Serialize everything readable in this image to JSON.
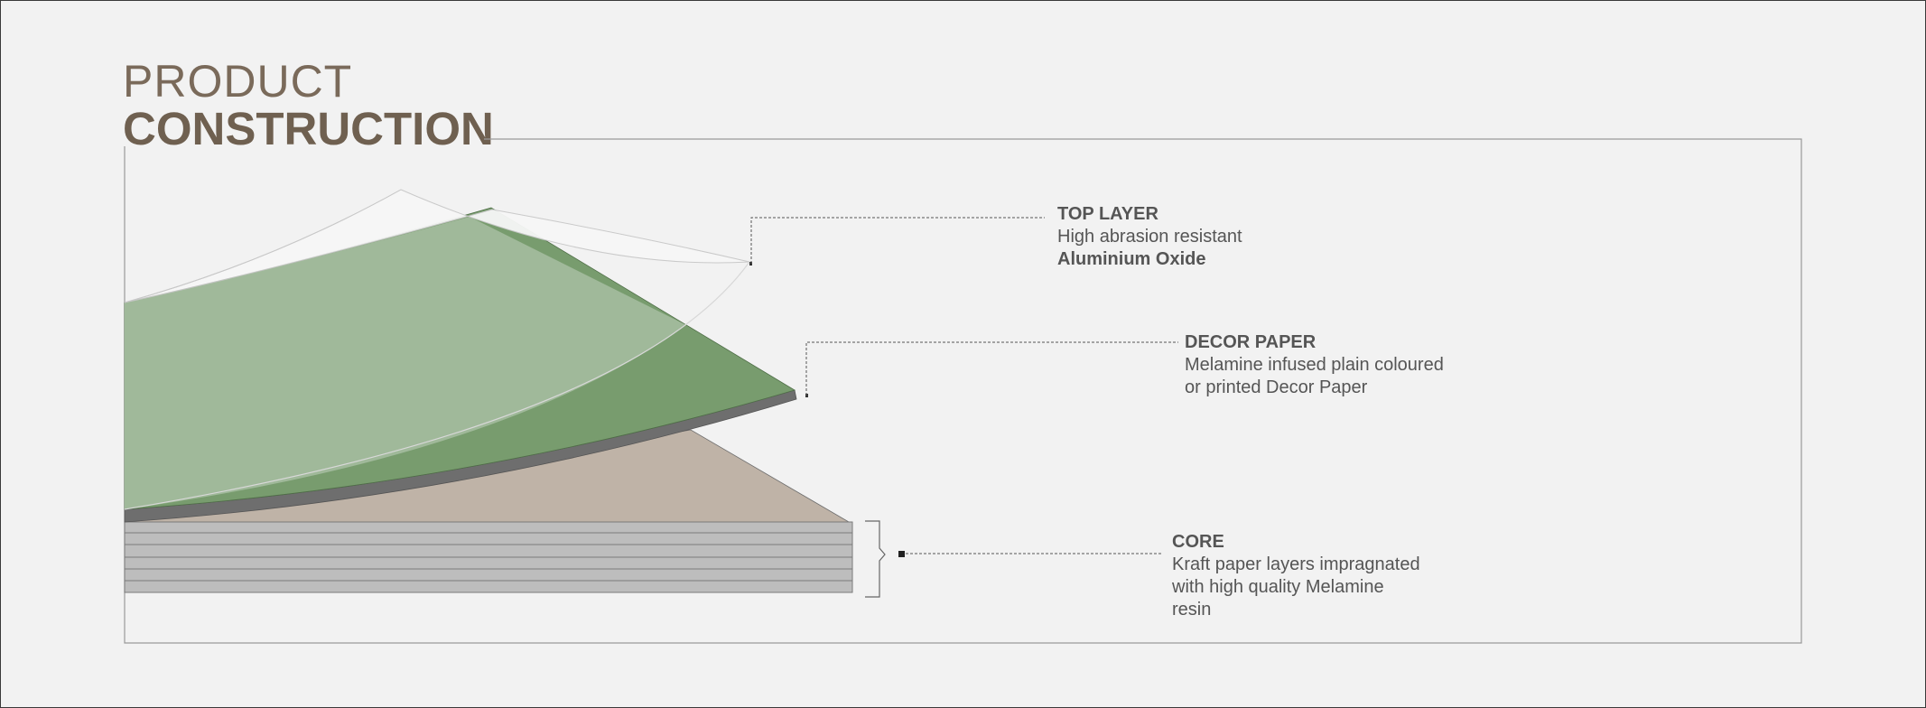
{
  "title": {
    "line1": "PRODUCT",
    "line2": "CONSTRUCTION"
  },
  "colors": {
    "title": "#7a6a5a",
    "decor_light": "#a0b99a",
    "decor_dark": "#789c6e",
    "edge_gray": "#6e6e6e",
    "kraft": "#bfb3a7",
    "core_gray": "#bdbdbd",
    "overlay": "#f7f7f7",
    "frame": "#9a9a9a"
  },
  "callouts": {
    "top_layer": {
      "heading": "TOP LAYER",
      "line1": "High abrasion resistant",
      "line2": "Aluminium Oxide"
    },
    "decor_paper": {
      "heading": "DECOR PAPER",
      "line1": "Melamine infused plain coloured",
      "line2": "or printed Decor Paper"
    },
    "core": {
      "heading": "CORE",
      "line1": "Kraft paper layers impragnated",
      "line2": "with high quality Melamine",
      "line3": "resin"
    }
  }
}
